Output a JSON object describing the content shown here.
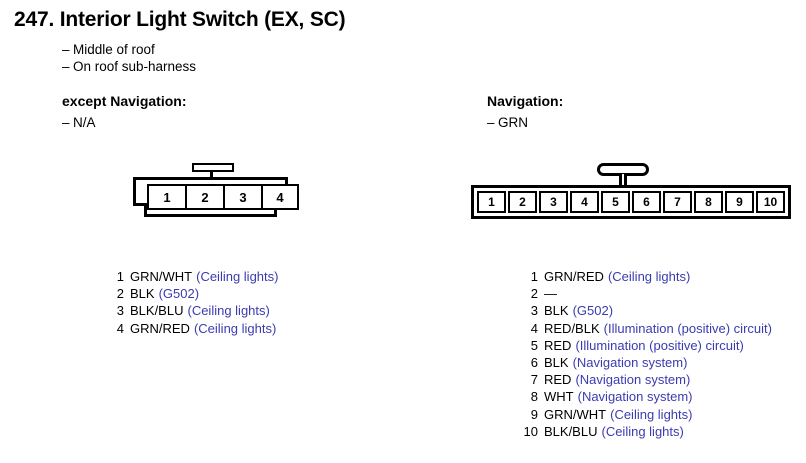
{
  "header": {
    "title": "247. Interior Light Switch (EX, SC)",
    "locations": [
      "Middle of roof",
      "On roof sub-harness"
    ]
  },
  "colors": {
    "description_blue": "#3b3bb0",
    "text_black": "#000000",
    "background": "#ffffff"
  },
  "left_section": {
    "variant_heading": "except Navigation:",
    "variant_value": "N/A",
    "connector": {
      "pin_count": 4,
      "pin_labels": [
        "1",
        "2",
        "3",
        "4"
      ]
    },
    "pins": [
      {
        "num": "1",
        "color": "GRN/WHT",
        "desc": "(Ceiling lights)"
      },
      {
        "num": "2",
        "color": "BLK",
        "desc": "(G502)"
      },
      {
        "num": "3",
        "color": "BLK/BLU",
        "desc": "(Ceiling lights)"
      },
      {
        "num": "4",
        "color": "GRN/RED",
        "desc": "(Ceiling lights)"
      }
    ]
  },
  "right_section": {
    "variant_heading": "Navigation:",
    "variant_value": "GRN",
    "connector": {
      "pin_count": 10,
      "pin_labels": [
        "1",
        "2",
        "3",
        "4",
        "5",
        "6",
        "7",
        "8",
        "9",
        "10"
      ]
    },
    "pins": [
      {
        "num": "1",
        "color": "GRN/RED",
        "desc": "(Ceiling lights)"
      },
      {
        "num": "2",
        "color": "—",
        "desc": ""
      },
      {
        "num": "3",
        "color": "BLK",
        "desc": "(G502)"
      },
      {
        "num": "4",
        "color": "RED/BLK",
        "desc": "(Illumination (positive) circuit)"
      },
      {
        "num": "5",
        "color": "RED",
        "desc": "(Illumination (positive) circuit)"
      },
      {
        "num": "6",
        "color": "BLK",
        "desc": "(Navigation system)"
      },
      {
        "num": "7",
        "color": "RED",
        "desc": "(Navigation system)"
      },
      {
        "num": "8",
        "color": "WHT",
        "desc": "(Navigation system)"
      },
      {
        "num": "9",
        "color": "GRN/WHT",
        "desc": "(Ceiling lights)"
      },
      {
        "num": "10",
        "color": "BLK/BLU",
        "desc": "(Ceiling lights)"
      }
    ]
  },
  "bullet_dash": "–"
}
